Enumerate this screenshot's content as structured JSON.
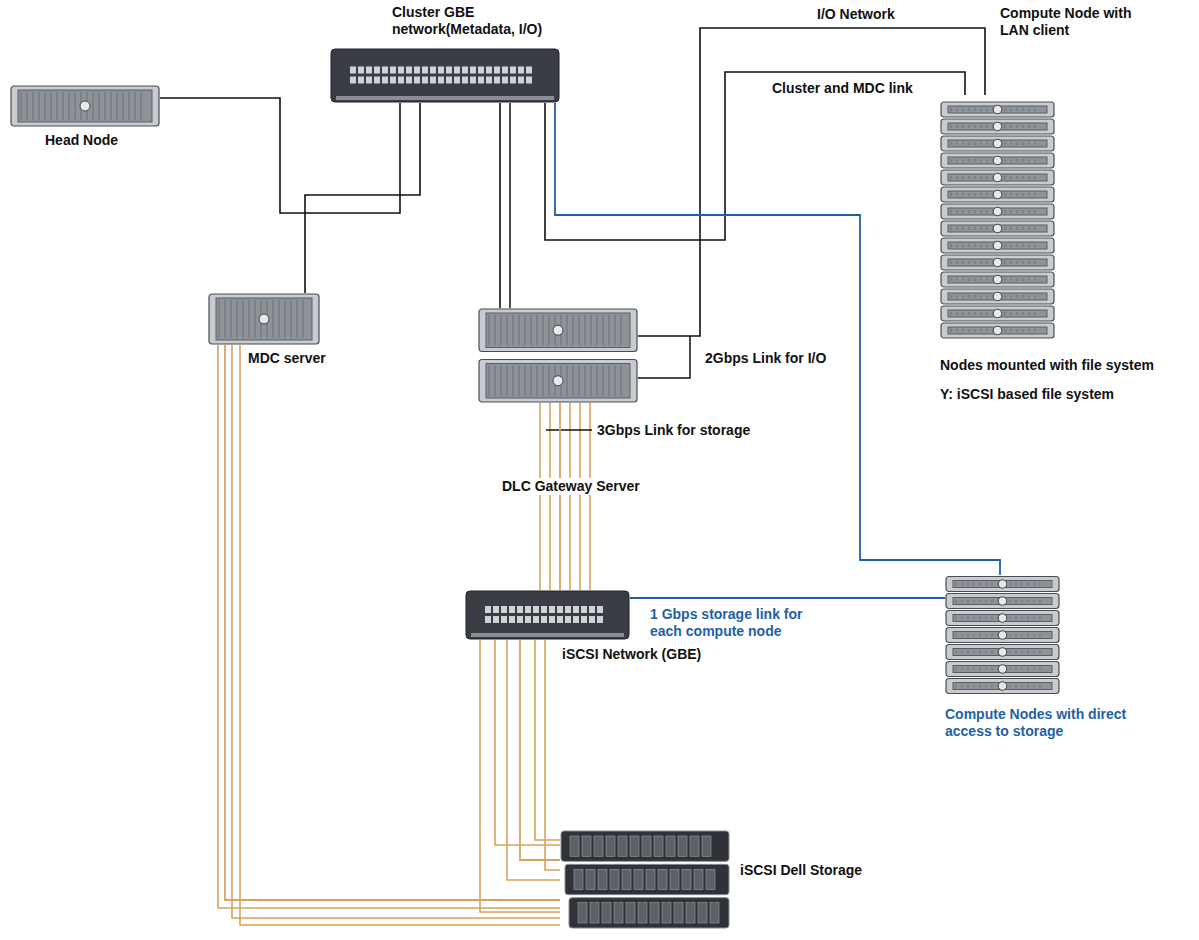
{
  "diagram": {
    "nodes": [
      {
        "text": [
          "Head Node"
        ]
      },
      {
        "text": [
          "Cluster GBE network(Metadata, I/O)"
        ]
      },
      {
        "text": [
          "MDC server"
        ]
      },
      {
        "text": [
          "DLC Gateway Server"
        ]
      },
      {
        "text": [
          "iSCSI Network (GBE)"
        ]
      },
      {
        "text": [
          "Compute Node with LAN client",
          "Nodes mounted with file system"
        ]
      },
      {
        "text": [
          "Compute Nodes with direct access to storage"
        ]
      },
      {
        "text": [
          "iSCSI Dell Storage"
        ]
      }
    ],
    "edges": [
      {
        "from": 0,
        "to": 1,
        "arrow": "none"
      },
      {
        "from": 1,
        "to": 2,
        "arrow": "none"
      },
      {
        "from": 1,
        "to": 3,
        "arrow": "none"
      },
      {
        "from": 1,
        "to": 5,
        "arrow": "none",
        "label": "Cluster and MDC link"
      },
      {
        "from": 3,
        "to": 5,
        "arrow": "none",
        "label": "I/O Network"
      },
      {
        "from": 1,
        "to": 6,
        "arrow": "none"
      },
      {
        "from": 3,
        "to": 4,
        "arrow": "none"
      },
      {
        "from": 4,
        "to": 6,
        "arrow": "none"
      },
      {
        "from": 4,
        "to": 7,
        "arrow": "none"
      },
      {
        "from": 2,
        "to": 7,
        "arrow": "none"
      }
    ],
    "labels": [
      "2Gbps Link for I/O",
      "3Gbps Link for storage",
      "Y: iSCSI based file system",
      "1 Gbps storage link for each compute node"
    ]
  }
}
